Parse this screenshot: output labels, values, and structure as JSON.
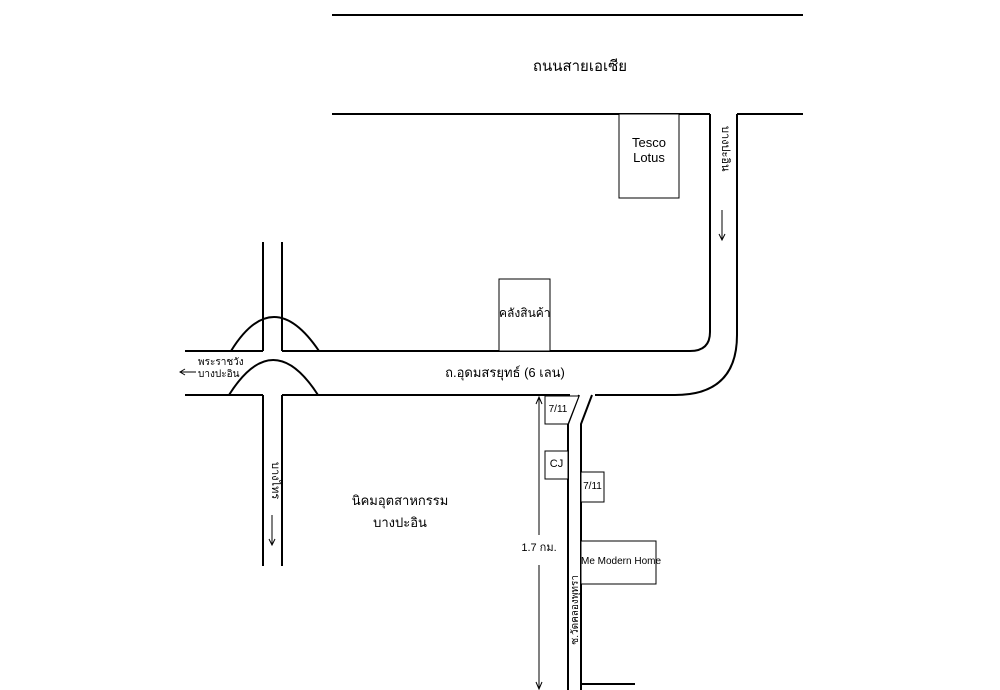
{
  "map": {
    "roads": {
      "asia_highway": "ถนนสายเอเซีย",
      "udomsorayuth": "ถ.อุดมสรยุทธ์ (6 เลน)",
      "bang_pa_in_road": "บางปะอิน",
      "bang_sai_road": "บางไทร",
      "wat_khlong_phutsa": "ซ.วัดคลองพุทรา"
    },
    "directions": {
      "west_line1": "พระราชวัง",
      "west_line2": "บางปะอิน"
    },
    "places": {
      "tesco_line1": "Tesco",
      "tesco_line2": "Lotus",
      "warehouse": "คลังสินค้า",
      "seven_eleven_1": "7/11",
      "cj": "CJ",
      "seven_eleven_2": "7/11",
      "me_modern_home": "Me Modern Home",
      "industrial_estate_line1": "นิคมอุตสาหกรรม",
      "industrial_estate_line2": "บางปะอิน"
    },
    "distance": "1.7 กม.",
    "arrow_glyph": "⟵"
  }
}
